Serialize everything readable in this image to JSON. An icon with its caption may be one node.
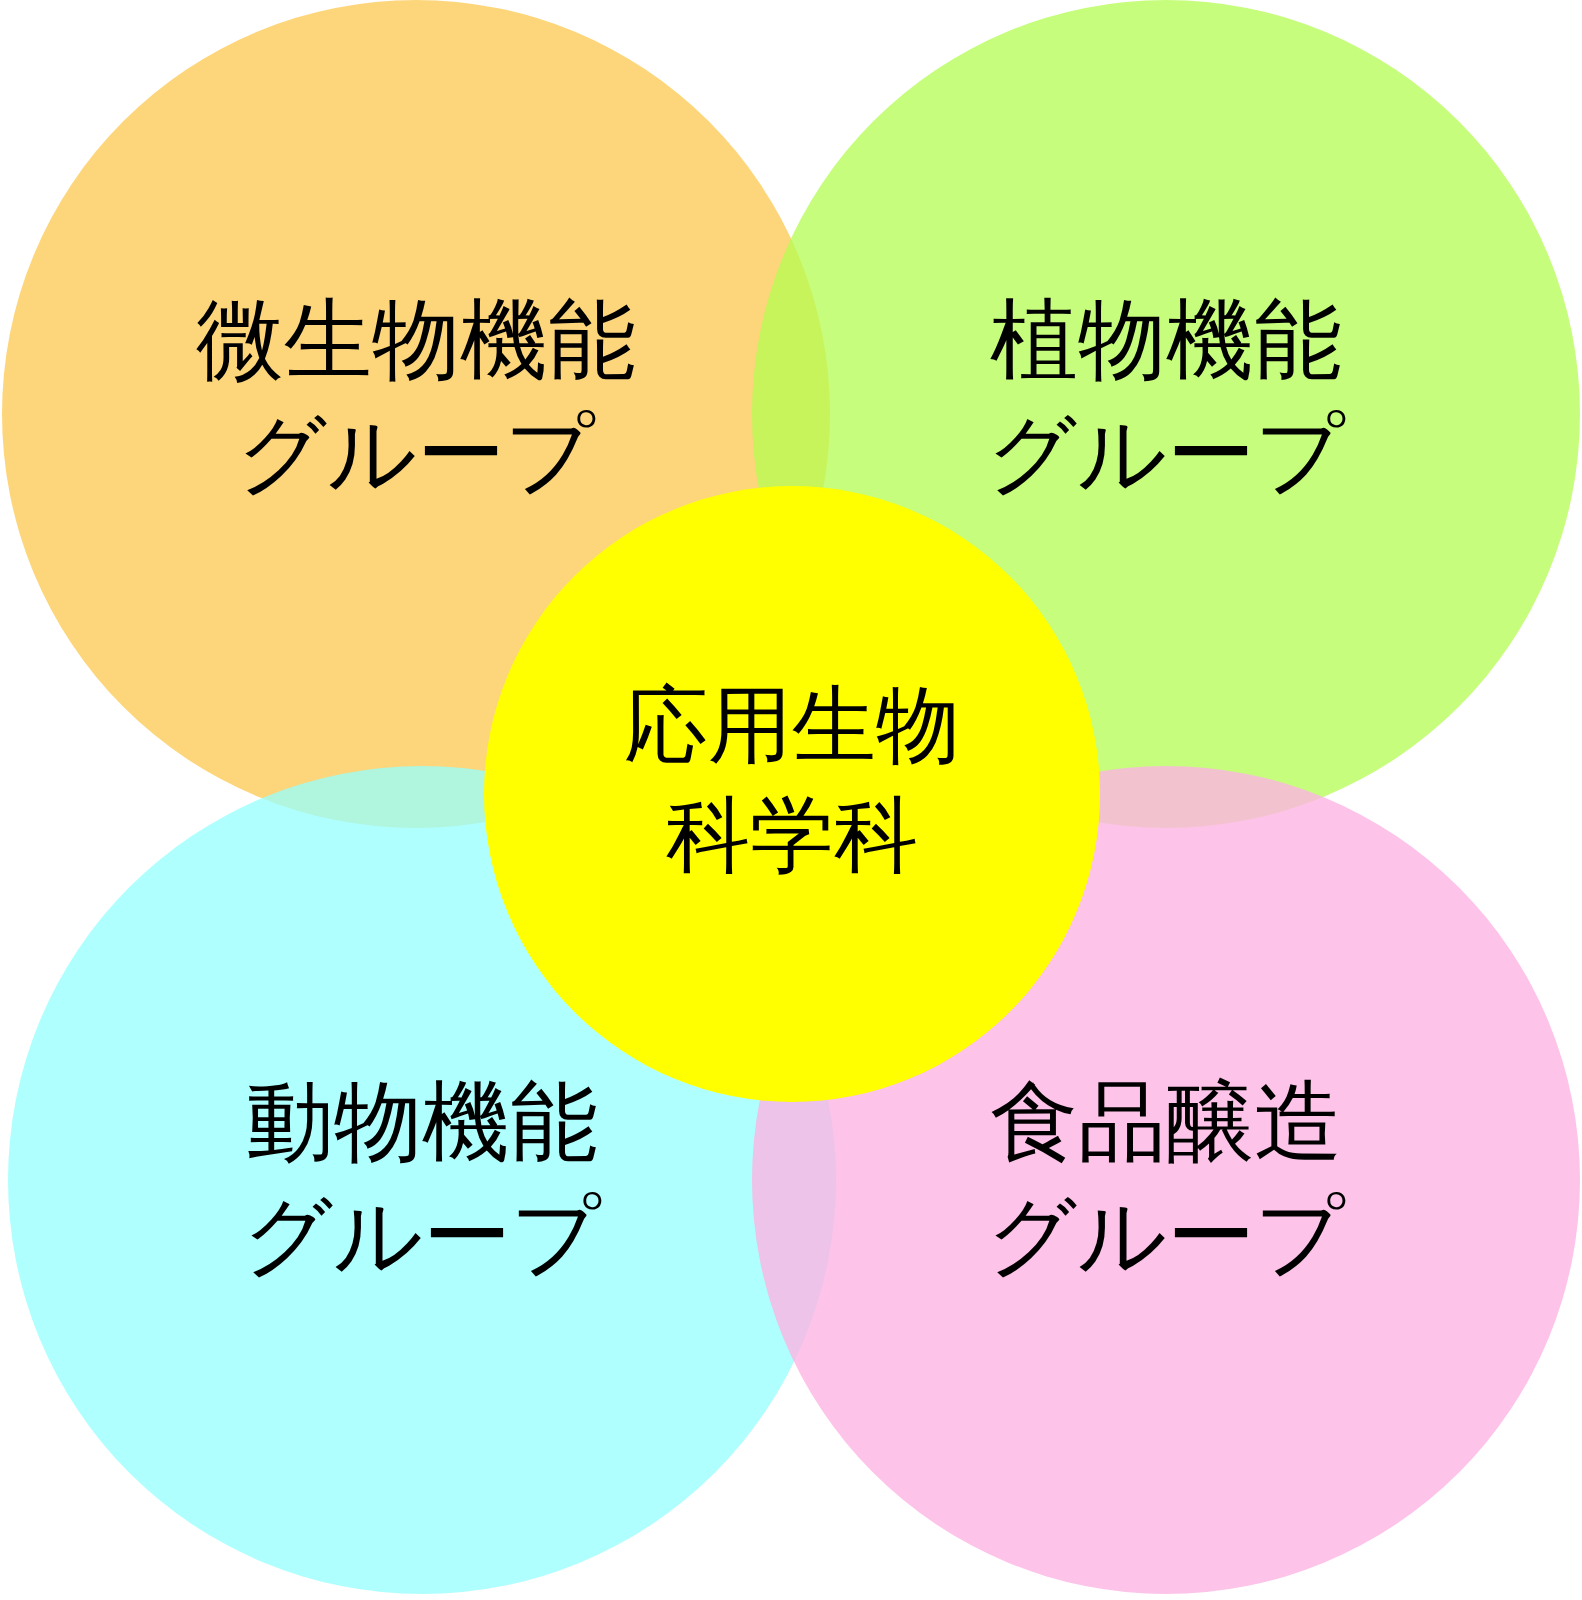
{
  "diagram": {
    "nodes": [
      {
        "text": [
          "微生物機能グループ"
        ]
      },
      {
        "text": [
          "植物機能グループ"
        ]
      },
      {
        "text": [
          "動物機能グループ"
        ]
      },
      {
        "text": [
          "食品醸造グループ"
        ]
      },
      {
        "text": [
          "応用生物科学科"
        ]
      }
    ]
  }
}
